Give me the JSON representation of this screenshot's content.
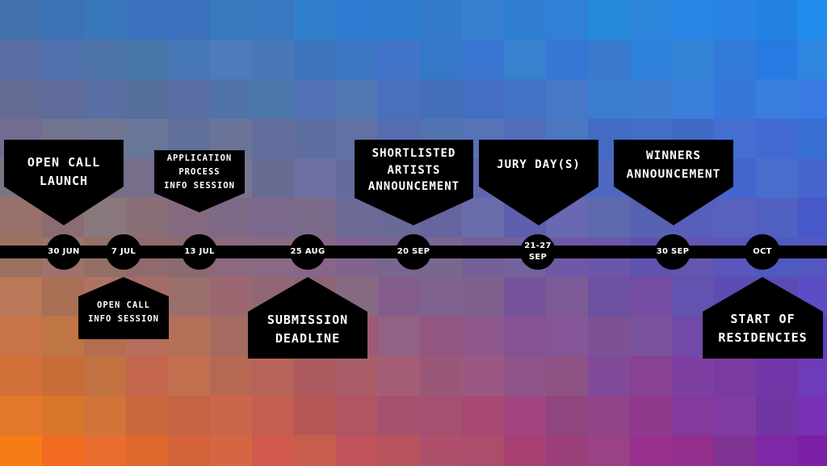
{
  "events_above": [
    {
      "id": "open-call-launch",
      "label": "OPEN CALL\nLAUNCH"
    },
    {
      "id": "application-process-info-session",
      "label": "APPLICATION\nPROCESS\nINFO SESSION"
    },
    {
      "id": "shortlisted-artists-announcement",
      "label": "SHORTLISTED\nARTISTS\nANNOUNCEMENT"
    },
    {
      "id": "jury-days",
      "label": "JURY DAY(S)"
    },
    {
      "id": "winners-announcement",
      "label": "WINNERS\nANNOUNCEMENT"
    }
  ],
  "events_below": [
    {
      "id": "open-call-info-session",
      "label": "OPEN CALL\nINFO SESSION"
    },
    {
      "id": "submission-deadline",
      "label": "SUBMISSION\nDEADLINE"
    },
    {
      "id": "start-of-residencies",
      "label": "START OF\nRESIDENCIES"
    }
  ],
  "dates": [
    "30 JUN",
    "7 JUL",
    "13 JUL",
    "25 AUG",
    "20 SEP",
    "21-27\nSEP",
    "30 SEP",
    "OCT"
  ],
  "colors": {
    "top_left": "#3a6fb8",
    "top_right": "#1e90f0",
    "bottom_left": "#ff7a10",
    "bottom_right": "#7a1fa8",
    "shapes": "#000000",
    "text": "#ffffff"
  }
}
